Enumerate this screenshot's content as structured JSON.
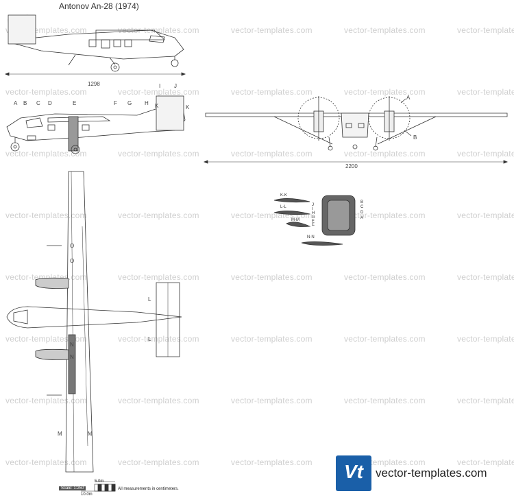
{
  "title": "Antonov An-28 (1974)",
  "watermark": "vector-templates.com",
  "dimensions": {
    "side_length": "1298",
    "front_span": "2200"
  },
  "station_labels_side": [
    "A",
    "B",
    "C",
    "D",
    "E",
    "F",
    "G",
    "H",
    "I",
    "J",
    "K"
  ],
  "station_right_side": "K",
  "front_view_labels": {
    "a": "A",
    "b": "B"
  },
  "section_labels": {
    "kk": "K-K",
    "ll": "L-L",
    "mm": "M-M",
    "nn": "N-N"
  },
  "fuselage_section_letters": [
    "J",
    "I",
    "H",
    "G",
    "F",
    "E",
    "B",
    "C",
    "D",
    "A"
  ],
  "top_view_labels": [
    "O",
    "O",
    "L",
    "L",
    "N",
    "N",
    "M",
    "M"
  ],
  "scale": {
    "label": "Scale: 1:250",
    "small": "5.0m",
    "big": "10.0m"
  },
  "measure_note": "All measurements in centimeters.",
  "brand": {
    "mark": "Vt",
    "text": "vector-templates.com",
    "color": "#1a5fa8"
  }
}
